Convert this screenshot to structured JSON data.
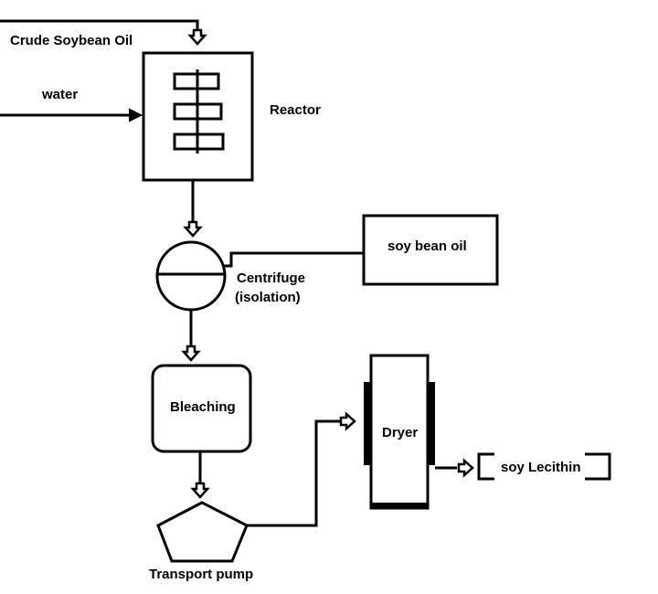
{
  "diagram": {
    "inputs": {
      "crude_oil": "Crude Soybean Oil",
      "water": "water"
    },
    "units": {
      "reactor": "Reactor",
      "centrifuge_line1": "Centrifuge",
      "centrifuge_line2": "(isolation)",
      "soy_bean_oil": "soy bean oil",
      "bleaching": "Bleaching",
      "transport_pump": "Transport pump",
      "dryer": "Dryer",
      "soy_lecithin": "soy Lecithin"
    },
    "colors": {
      "stroke": "#000000",
      "background": "#ffffff"
    }
  }
}
